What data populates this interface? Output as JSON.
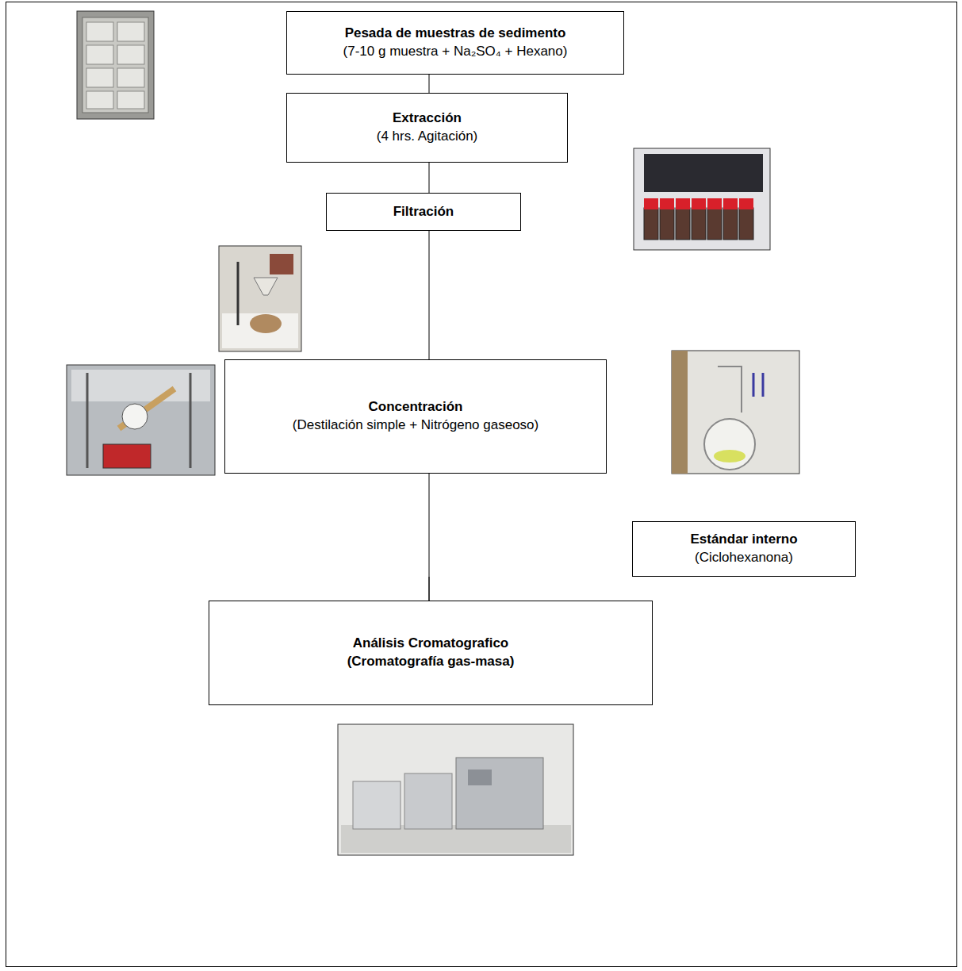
{
  "diagram": {
    "nodes": [
      {
        "text": [
          "Pesada de muestras de sedimento",
          "(7-10 g muestra + Na₂SO₄ + Hexano)"
        ]
      },
      {
        "text": [
          "Extracción",
          "(4 hrs. Agitación)"
        ]
      },
      {
        "text": [
          "Filtración"
        ]
      },
      {
        "text": [
          "Concentración",
          "(Destilación simple + Nitrógeno gaseoso)"
        ]
      },
      {
        "text": [
          "Estándar interno",
          "(Ciclohexanona)"
        ]
      },
      {
        "text": [
          "Análisis Cromatografico",
          "(Cromatografía gas-masa)"
        ]
      }
    ],
    "edges": [
      {
        "from": 0,
        "to": 1,
        "arrow": "none"
      },
      {
        "from": 1,
        "to": 2,
        "arrow": "none"
      },
      {
        "from": 2,
        "to": 3,
        "arrow": "none"
      },
      {
        "from": 3,
        "to": 5,
        "arrow": "none"
      },
      {
        "from": 4,
        "to": 5,
        "arrow": "none"
      }
    ]
  }
}
